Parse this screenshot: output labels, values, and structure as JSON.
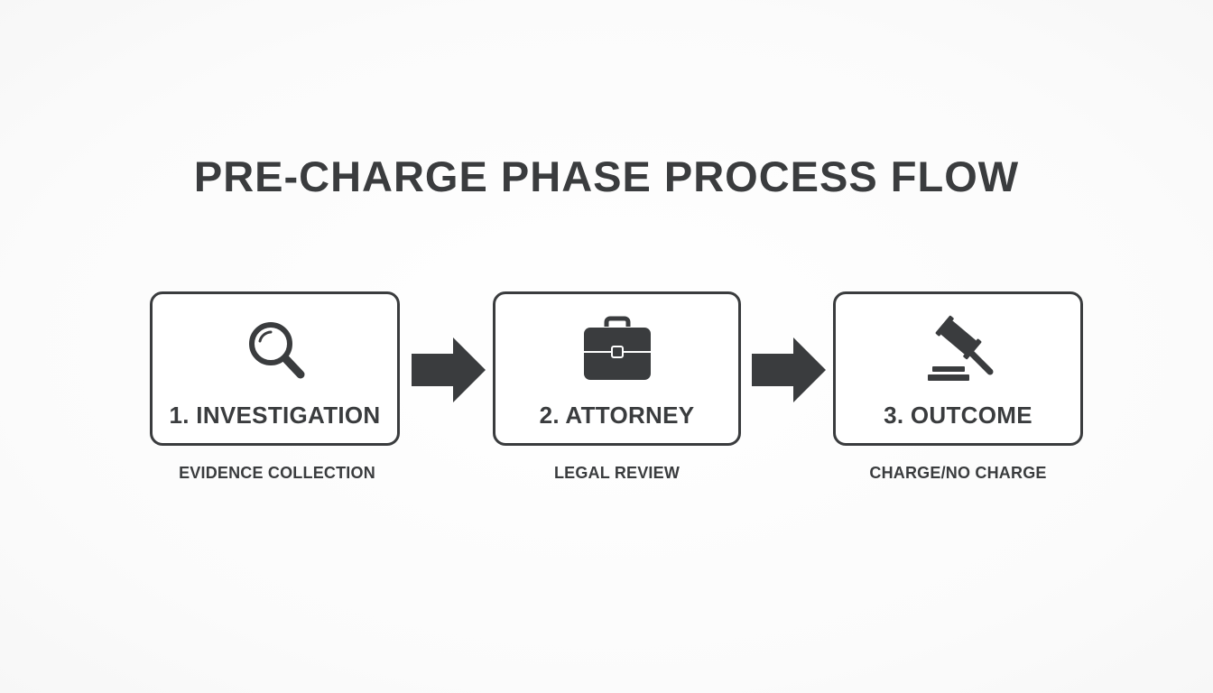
{
  "title": "PRE-CHARGE PHASE PROCESS FLOW",
  "colors": {
    "ink": "#3a3c3e",
    "background": "#ffffff"
  },
  "steps": [
    {
      "label": "1. INVESTIGATION",
      "sublabel": "EVIDENCE COLLECTION",
      "icon": "magnifying-glass-icon"
    },
    {
      "label": "2. ATTORNEY",
      "sublabel": "LEGAL REVIEW",
      "icon": "briefcase-icon"
    },
    {
      "label": "3. OUTCOME",
      "sublabel": "CHARGE/NO CHARGE",
      "icon": "gavel-icon"
    }
  ],
  "connectors": [
    {
      "from": "1. INVESTIGATION",
      "to": "2. ATTORNEY",
      "icon": "arrow-right-icon"
    },
    {
      "from": "2. ATTORNEY",
      "to": "3. OUTCOME",
      "icon": "arrow-right-icon"
    }
  ]
}
